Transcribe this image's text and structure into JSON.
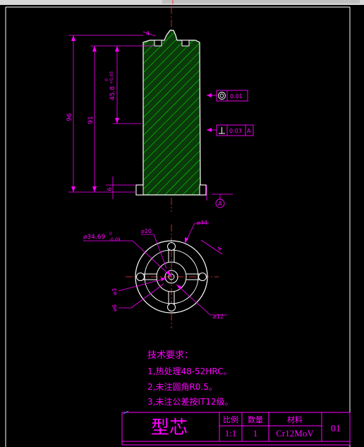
{
  "colors": {
    "background": "#000000",
    "outline": "#ffffff",
    "dimension": "#ff00ff",
    "hatch": "#00ff00",
    "solid_fill": "#0b3a0b",
    "centerline": "#ff3030",
    "accent_blue": "#3aa0ff"
  },
  "icons": [
    "datum-a-symbol",
    "concentricity-symbol",
    "perpendicularity-symbol"
  ],
  "front_view": {
    "dim_height_total": "96",
    "dim_height_body": "91",
    "dim_height_bore": "45.8",
    "dim_height_bore_tol": "+0.05",
    "dim_height_bore_tol_lower": "0",
    "dim_base": "6",
    "dim_top_chamfer": "4",
    "tol_concentricity_value": "0.01",
    "tol_perpendicularity_value": "0.03",
    "tol_perpendicularity_datum": "A",
    "datum_label": "A"
  },
  "bottom_view": {
    "dim_dia_bore": "⌀34.69",
    "dim_dia_bore_tol_upper": "0",
    "dim_dia_bore_tol_lower": "-0.09",
    "dim_dia_20": "⌀20",
    "dim_dia_44": "⌀44",
    "dim_dia_3": "⌀3",
    "dim_dia_6": "⌀6",
    "dim_dia_12": "⌀12",
    "dim_slot": "4"
  },
  "notes": {
    "title": "技术要求：",
    "items": [
      "1,热处理48-52HRC。",
      "2,未注圆角R0.5。",
      "3,未注公差按IT12级。"
    ]
  },
  "title_block": {
    "part_name": "型芯",
    "scale_header": "比例",
    "qty_header": "数量",
    "material_header": "材料",
    "scale_value": "1:1",
    "qty_value": "1",
    "material_value": "Cr12MoV",
    "drawing_no": "01"
  }
}
